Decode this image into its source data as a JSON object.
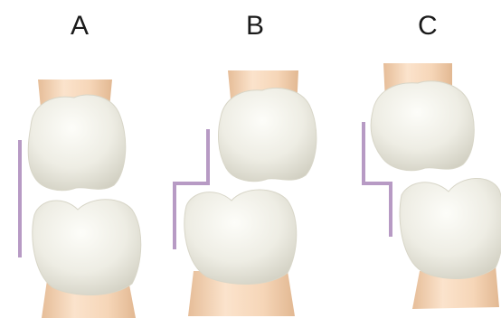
{
  "panels": [
    {
      "label": "A"
    },
    {
      "label": "B"
    },
    {
      "label": "C"
    }
  ],
  "colors": {
    "crown_highlight": "#fbfbf6",
    "crown_mid": "#ecebe1",
    "crown_shadow": "#d3d1c3",
    "root_light": "#fbe3cc",
    "root_dark": "#e9c4a2",
    "indicator_line": "#b79ac4"
  }
}
